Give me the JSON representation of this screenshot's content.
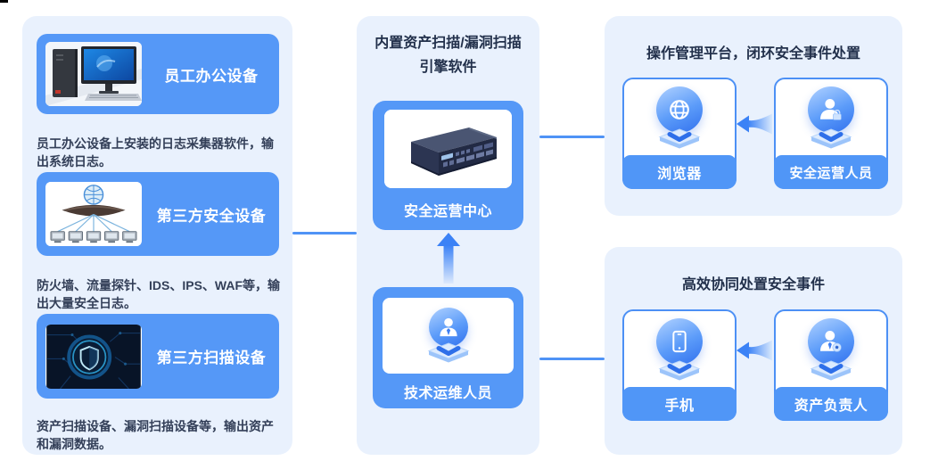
{
  "left_panel": {
    "items": [
      {
        "label": "员工办公设备",
        "desc": "员工办公设备上安装的日志采集器软件，输出系统日志。",
        "image": "office-computer-photo"
      },
      {
        "label": "第三方安全设备",
        "desc": "防火墙、流量探针、IDS、IPS、WAF等，输出大量安全日志。",
        "image": "network-devices-photo"
      },
      {
        "label": "第三方扫描设备",
        "desc": "资产扫描设备、漏洞扫描设备等，输出资产和漏洞数据。",
        "image": "cyber-shield-photo"
      }
    ]
  },
  "middle_panel": {
    "title_line1": "内置资产扫描/漏洞扫描",
    "title_line2": "引擎软件",
    "soc_label": "安全运营中心",
    "soc_image": "rack-server-photo",
    "ops_label": "技术运维人员",
    "ops_icon": "operator-person-icon"
  },
  "right_top_panel": {
    "title": "操作管理平台，闭环安全事件处置",
    "cards": [
      {
        "label": "浏览器",
        "icon": "globe-icon"
      },
      {
        "label": "安全运营人员",
        "icon": "person-lock-icon"
      }
    ]
  },
  "right_bottom_panel": {
    "title": "高效协同处置安全事件",
    "cards": [
      {
        "label": "手机",
        "icon": "smartphone-icon"
      },
      {
        "label": "资产负责人",
        "icon": "person-badge-icon"
      }
    ]
  },
  "palette": {
    "panel_bg": "#E9F1FD",
    "card_blue": "#5598F7",
    "accent_blue": "#4F93F6",
    "title_text": "#22304B",
    "body_text": "#333F58",
    "label_text": "#FFFFFF"
  }
}
